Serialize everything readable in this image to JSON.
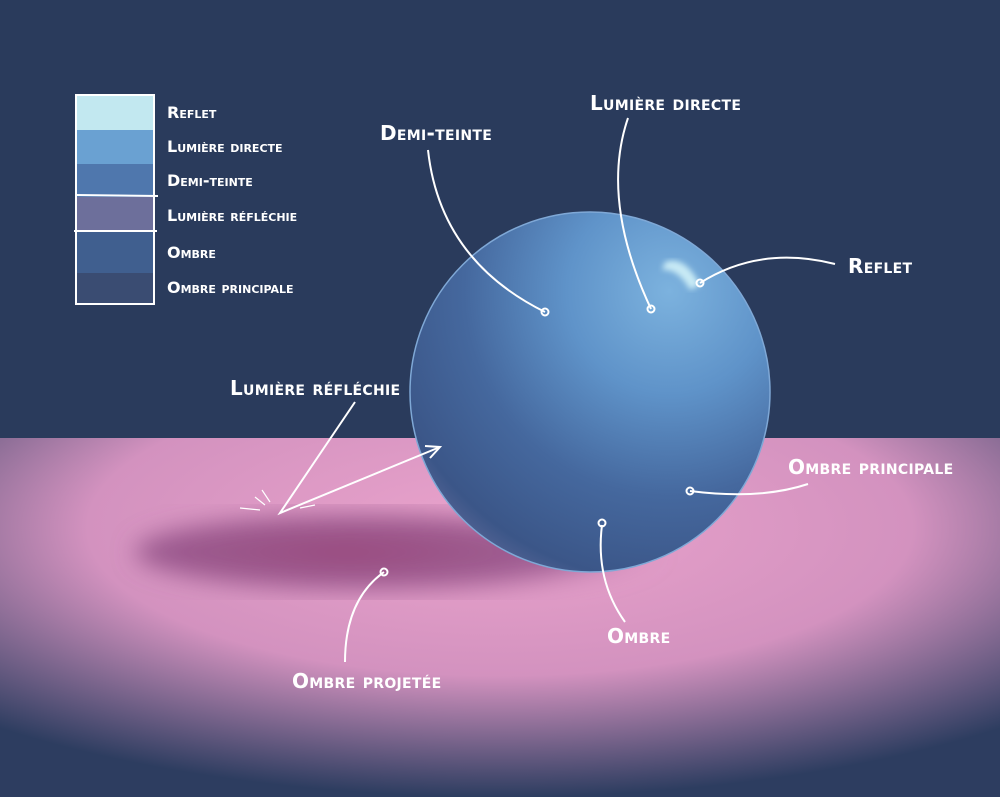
{
  "legend": {
    "items": [
      {
        "label": "Reflet",
        "color": "#c2e8f0"
      },
      {
        "label": "Lumière directe",
        "color": "#6aa1d2"
      },
      {
        "label": "Demi-teinte",
        "color": "#4f77ad"
      },
      {
        "label": "Lumière réfléchie",
        "color": "#6d6f9b"
      },
      {
        "label": "Ombre",
        "color": "#405f8f"
      },
      {
        "label": "Ombre principale",
        "color": "#3a4c72"
      }
    ]
  },
  "annotations": {
    "demi_teinte": "Demi-teinte",
    "lumiere_directe": "Lumière directe",
    "reflet": "Reflet",
    "lumiere_reflechie": "Lumière réfléchie",
    "ombre_principale": "Ombre principale",
    "ombre": "Ombre",
    "ombre_projetee": "Ombre projetée"
  },
  "colors": {
    "background": "#2a3b5c",
    "floor": "#e59ec6",
    "sphere": "#4f77ad"
  }
}
